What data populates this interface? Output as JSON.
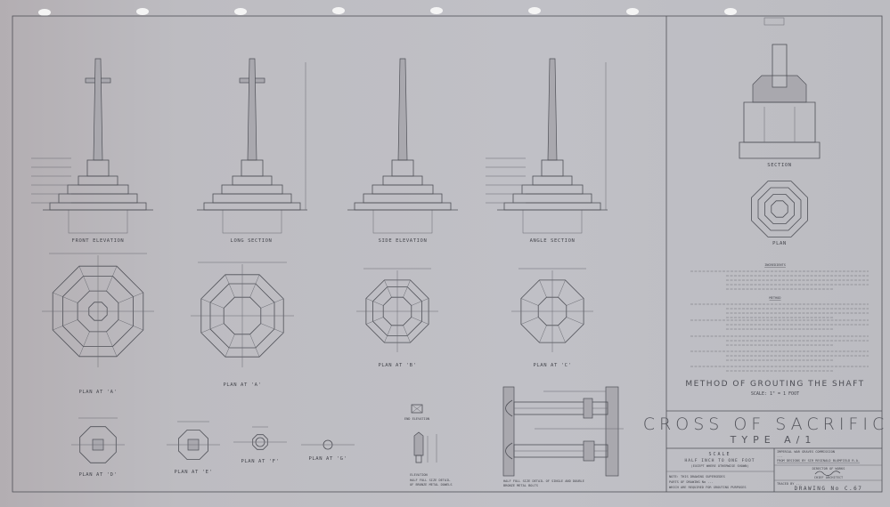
{
  "sheet": {
    "title": "CROSS OF SACRIFICE",
    "type": "TYPE A/1",
    "scale_heading": "SCALE",
    "scale": "HALF INCH TO ONE FOOT",
    "scale_note": "(EXCEPT WHERE OTHERWISE SHOWN)",
    "note_lines": [
      "NOTE: THIS DRAWING SUPERSEDES",
      "PARTS OF DRAWING No ...",
      "WHICH ARE REQUIRED FOR GROUTING PURPOSES"
    ],
    "org_lines": [
      "IMPERIAL WAR GRAVES COMMISSION",
      "...",
      "FROM DESIGNS BY SIR REGINALD BLOMFIELD R.A."
    ],
    "director": "DIRECTOR OF WORKS",
    "architect": "CHIEF ARCHITECT",
    "traced": "TRACED BY ...",
    "drawing_no": "DRAWING No C.67"
  },
  "views": {
    "elevations": [
      "FRONT ELEVATION",
      "LONG SECTION",
      "SIDE ELEVATION",
      "ANGLE SECTION"
    ],
    "plans": [
      "PLAN AT 'A'",
      "PLAN AT 'A'",
      "PLAN AT 'B'",
      "PLAN AT 'C'"
    ],
    "small_plans": [
      "PLAN AT 'D'",
      "PLAN AT 'E'",
      "PLAN AT 'F'",
      "PLAN AT 'G'"
    ],
    "end_elevation": "END ELEVATION",
    "elevation": "ELEVATION",
    "dowel_detail": [
      "HALF FULL SIZE DETAIL",
      "OF BRONZE METAL DOWELS"
    ],
    "bolt_detail": [
      "HALF FULL SIZE DETAIL OF SINGLE AND DOUBLE",
      "BRONZE METAL BOLTS"
    ],
    "right_section": "SECTION",
    "right_plan": "PLAN",
    "grouting_title": "METHOD OF GROUTING THE SHAFT",
    "grouting_scale": "SCALE: 1\" = 1 FOOT",
    "headings": [
      "INGREDIENTS",
      "METHOD"
    ]
  }
}
